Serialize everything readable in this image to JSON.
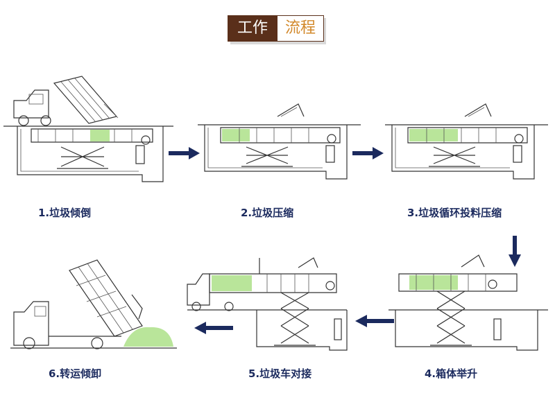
{
  "title": {
    "part1": "工作",
    "part2": "流程"
  },
  "steps": [
    {
      "label": "1.垃圾倾倒"
    },
    {
      "label": "2.垃圾压缩"
    },
    {
      "label": "3.垃圾循环投料压缩"
    },
    {
      "label": "4.箱体举升"
    },
    {
      "label": "5.垃圾车对接"
    },
    {
      "label": "6.转运倾卸"
    }
  ],
  "colors": {
    "arrow": "#1b2a5e",
    "bin": "#b9e59a",
    "title_bg": "#5a2f1a",
    "title_accent": "#d2882a"
  }
}
